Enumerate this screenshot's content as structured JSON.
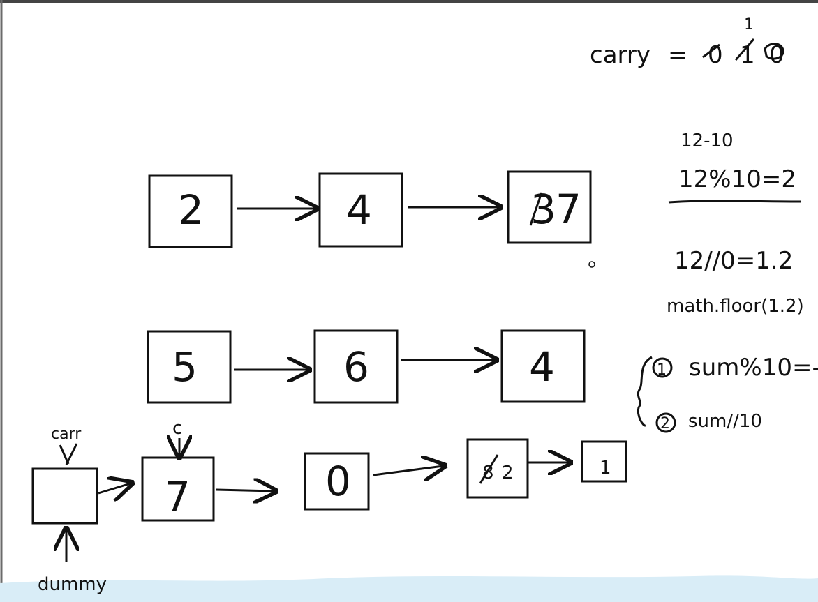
{
  "carry": {
    "label": "carry",
    "equals": "=",
    "values": [
      "0",
      "1",
      "0"
    ],
    "note_above": "1"
  },
  "list1": [
    "2",
    "4",
    "3",
    "7"
  ],
  "list2": [
    "5",
    "6",
    "4"
  ],
  "result": {
    "dummy_label": "dummy",
    "carry_label": "carr",
    "current_label": "c",
    "nodes": [
      "",
      "7",
      "0",
      "8",
      "2",
      "1"
    ]
  },
  "notes": {
    "line1": "12-10",
    "line2": "12%10=2",
    "line3": "12//0=1.2",
    "line4": "math.floor(1.2)",
    "step1_marker": "1",
    "step1_text": "sum%10=-",
    "step2_marker": "2",
    "step2_text": "sum//10"
  },
  "colors": {
    "ink": "#111111",
    "water": "#d9edf7",
    "border": "#222222"
  }
}
